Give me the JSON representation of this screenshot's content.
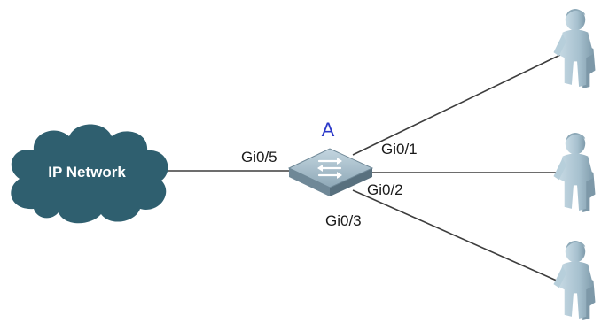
{
  "cloud": {
    "label": "IP Network",
    "icon": "cloud-icon",
    "color": "#2f5f6f"
  },
  "switch": {
    "label": "A",
    "icon": "switch-icon",
    "color": "#8fa9b8"
  },
  "ports": {
    "uplink": "Gi0/5",
    "user1": "Gi0/1",
    "user2": "Gi0/2",
    "user3": "Gi0/3"
  },
  "users": [
    {
      "icon": "user-icon"
    },
    {
      "icon": "user-icon"
    },
    {
      "icon": "user-icon"
    }
  ],
  "colors": {
    "label_accent": "#2a37c8",
    "link": "#3d3d3d",
    "user": "#a9c4d2"
  }
}
